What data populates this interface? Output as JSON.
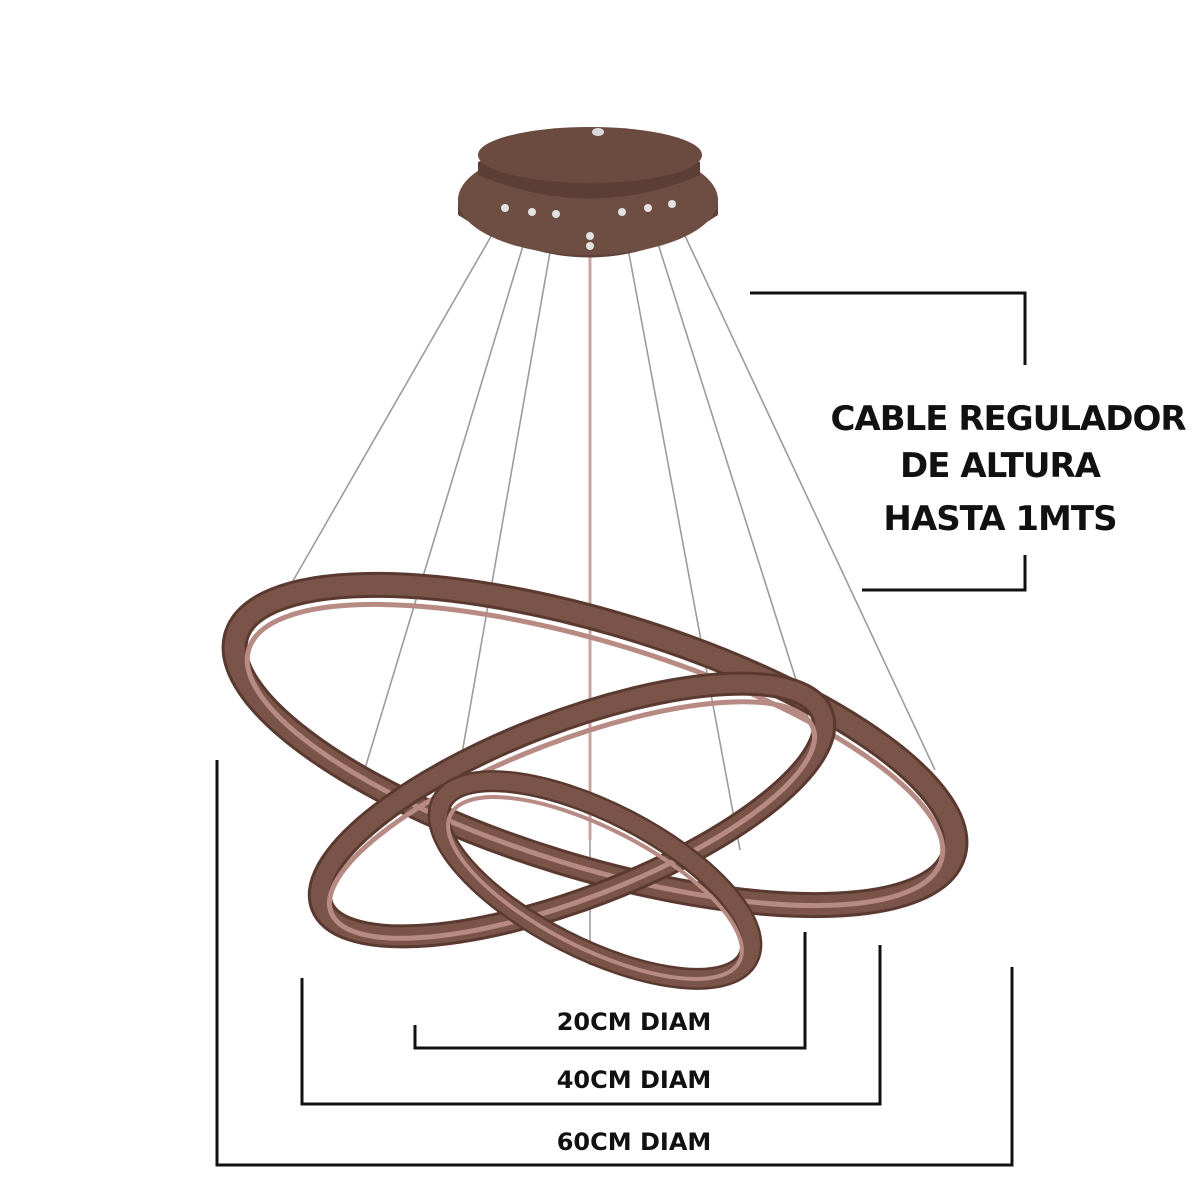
{
  "cable_label": {
    "line1": "CABLE REGULADOR",
    "line2": "DE ALTURA",
    "line3": "HASTA 1MTS"
  },
  "dimensions": [
    {
      "label": "20CM DIAM"
    },
    {
      "label": "40CM DIAM"
    },
    {
      "label": "60CM DIAM"
    }
  ],
  "colors": {
    "ring": "#7a5448",
    "ring_edge": "#5a3a30",
    "ring_inner": "#b78a84",
    "canopy": "#6a4a3f",
    "wire": "#9a9a9a",
    "line": "#111111"
  }
}
